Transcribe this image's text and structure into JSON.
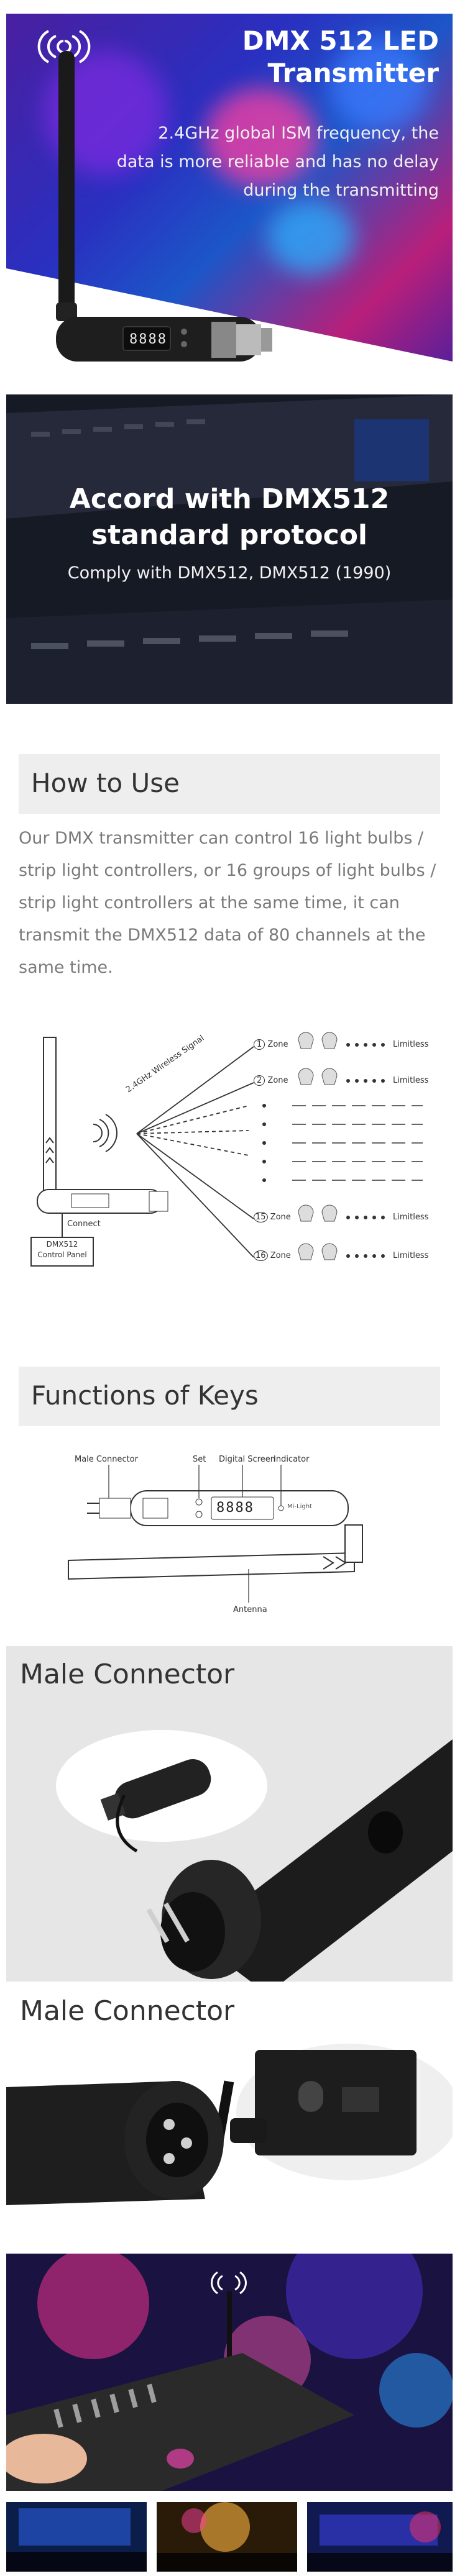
{
  "hero": {
    "title": "DMX 512 LED Transmitter",
    "description": "2.4GHz global ISM frequency, the data is more reliable and has no delay during the transmitting",
    "display_value": "8888"
  },
  "protocol": {
    "title": "Accord with DMX512 standard protocol",
    "subtitle": "Comply with DMX512, DMX512 (1990)"
  },
  "how_to_use": {
    "heading": "How to Use",
    "body": "Our DMX transmitter can control 16 light bulbs / strip light controllers, or 16 groups of light bulbs / strip light controllers at the same time, it can transmit the DMX512 data of 80 channels at the same time.",
    "diagram": {
      "signal_label": "2.4GHz Wireless Signal",
      "connect_label": "Connect",
      "panel_label_1": "DMX512",
      "panel_label_2": "Control Panel",
      "zones": [
        {
          "label": "Zone",
          "number": "1",
          "suffix": "Limitless"
        },
        {
          "label": "Zone",
          "number": "2",
          "suffix": "Limitless"
        },
        {
          "label": "Zone",
          "number": "15",
          "suffix": "Limitless"
        },
        {
          "label": "Zone",
          "number": "16",
          "suffix": "Limitless"
        }
      ]
    }
  },
  "functions": {
    "heading": "Functions of Keys",
    "labels": {
      "male_connector": "Male Connector",
      "set": "Set",
      "digital_screen": "Digital Screen",
      "indicator": "Indicator",
      "antenna": "Antenna"
    },
    "display_value": "8888",
    "brand": "Mi-Light"
  },
  "male_connector_1": {
    "title": "Male Connector"
  },
  "male_connector_2": {
    "title": "Male Connector"
  },
  "colors": {
    "heading_bg": "#eeeeee",
    "body_text": "#7a7a7a",
    "hero_accent": "#2a2fc0"
  }
}
